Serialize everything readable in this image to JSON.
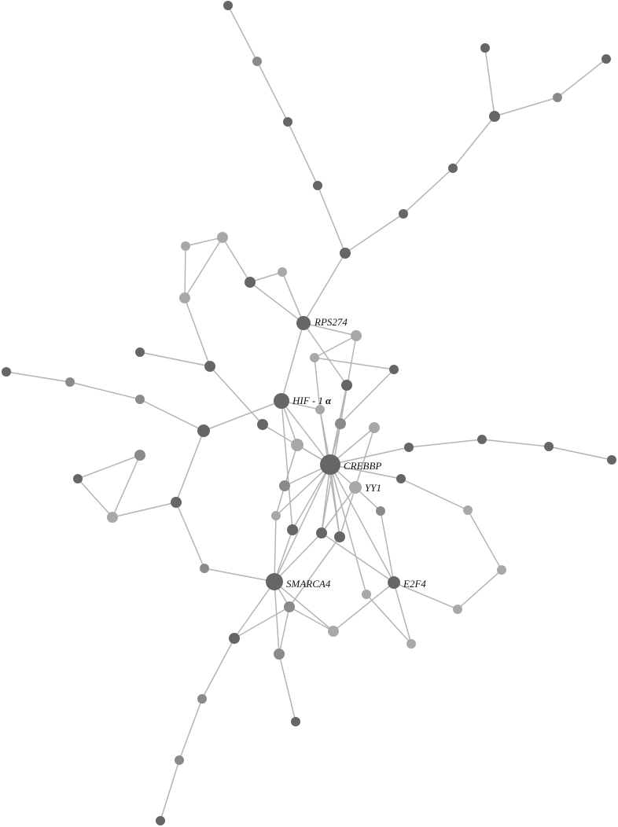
{
  "labels": {
    "rps274": "RPS274",
    "hif1a": "HIF - 1",
    "hif1a_suffix": "α",
    "crebbp": "CREBBP",
    "yy1": "YY1",
    "smarca4": "SMARCA4",
    "e2f4": "E2F4"
  },
  "colors": {
    "dark_node": "#666666",
    "mid_node": "#8a8a8a",
    "light_node": "#a8a8a8",
    "edge": "#b4b4b4",
    "background": "#ffffff"
  }
}
